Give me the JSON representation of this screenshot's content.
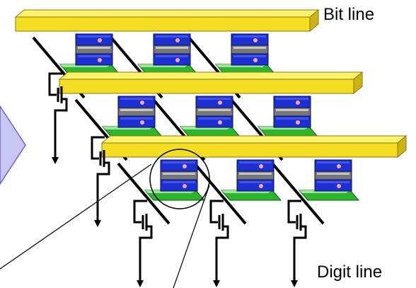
{
  "labels": {
    "bit_line": "Bit line",
    "digit_line": "Digit line"
  },
  "colors": {
    "bitline_top": "#fff36b",
    "bitline_front": "#f4de24",
    "bitline_edge": "#8a7a10",
    "cell_blue": "#1c2fd0",
    "cell_gray": "#777777",
    "cell_light": "#d9d9d9",
    "cell_base": "#2db52d",
    "cell_base_light": "#9ee69e",
    "diamond_fill": "#c8c6f5",
    "wire": "#000000"
  },
  "structure": {
    "rows": 3,
    "cells_per_row": [
      3,
      3,
      3
    ]
  }
}
